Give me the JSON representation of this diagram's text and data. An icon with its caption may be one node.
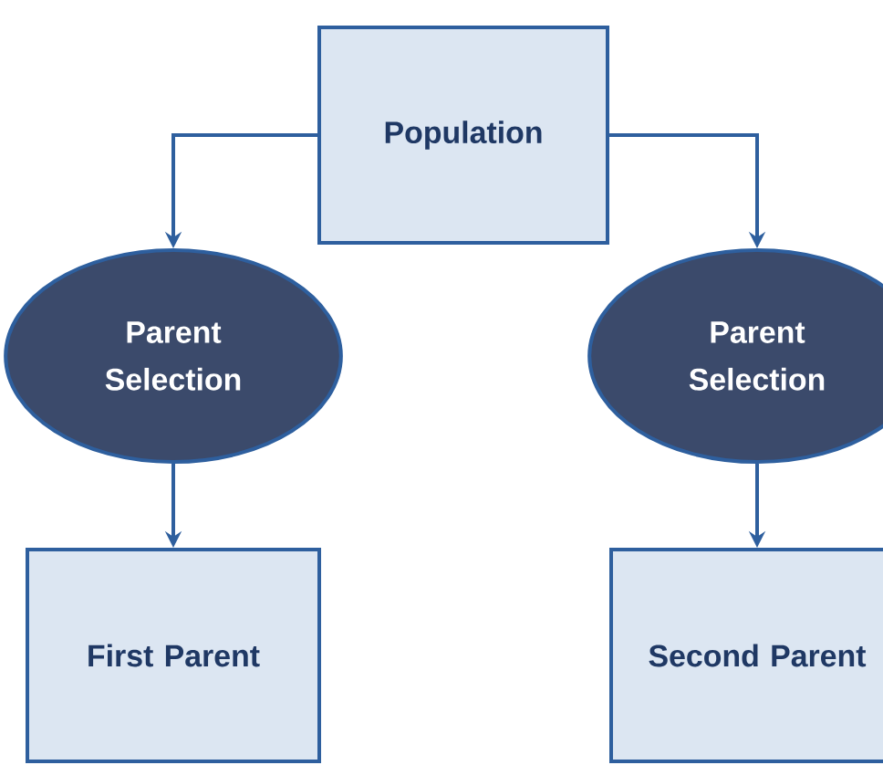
{
  "diagram": {
    "nodes": [
      {
        "text": [
          "Population"
        ]
      },
      {
        "text": [
          "Parent Selection"
        ]
      },
      {
        "text": [
          "Parent Selection"
        ]
      },
      {
        "text": [
          "First Parent"
        ]
      },
      {
        "text": [
          "Second Parent"
        ]
      }
    ],
    "edges": [
      {
        "from": 0,
        "to": 1,
        "arrow": "to"
      },
      {
        "from": 0,
        "to": 2,
        "arrow": "to"
      },
      {
        "from": 1,
        "to": 3,
        "arrow": "to"
      },
      {
        "from": 2,
        "to": 4,
        "arrow": "to"
      }
    ]
  }
}
